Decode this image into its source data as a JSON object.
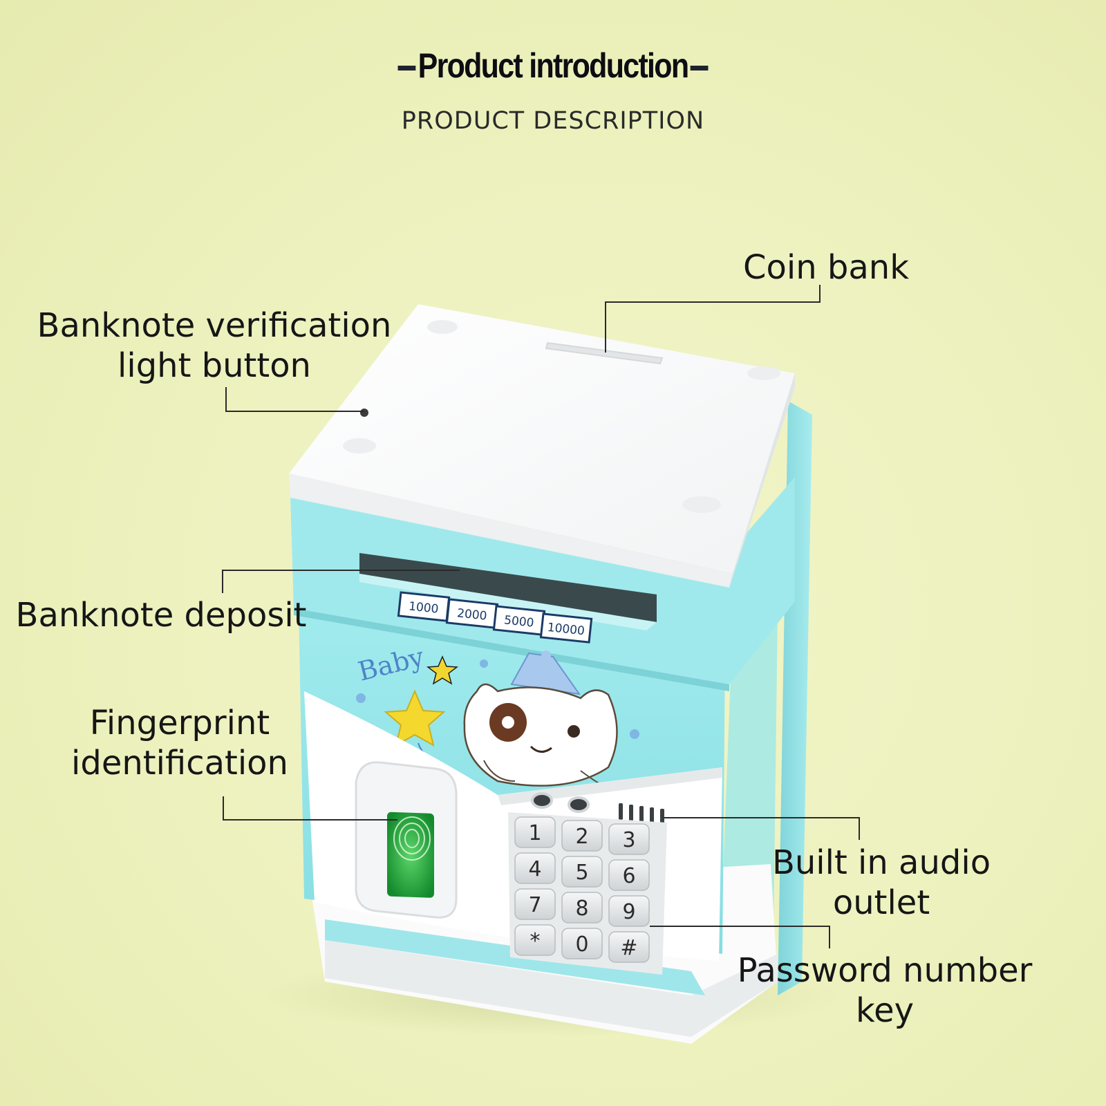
{
  "heading": {
    "title": "Product introduction",
    "subtitle": "PRODUCT DESCRIPTION"
  },
  "callouts": {
    "coin_bank": "Coin bank",
    "banknote_light_line1": "Banknote verification",
    "banknote_light_line2": "light button",
    "banknote_deposit": "Banknote deposit",
    "fingerprint_line1": "Fingerprint",
    "fingerprint_line2": "identification",
    "audio_line1": "Built in audio",
    "audio_line2": "outlet",
    "password_line1": "Password number",
    "password_line2": "key"
  },
  "product": {
    "denominations": [
      "1000",
      "2000",
      "5000",
      "10000"
    ],
    "sticker_text": "Baby",
    "keypad": [
      "1",
      "2",
      "3",
      "4",
      "5",
      "6",
      "7",
      "8",
      "9",
      "*",
      "0",
      "#"
    ],
    "colors": {
      "body": "#8fe3e6",
      "shell": "#ffffff",
      "fingerprint": "#1fa73a",
      "background": "#eef2c0"
    }
  }
}
